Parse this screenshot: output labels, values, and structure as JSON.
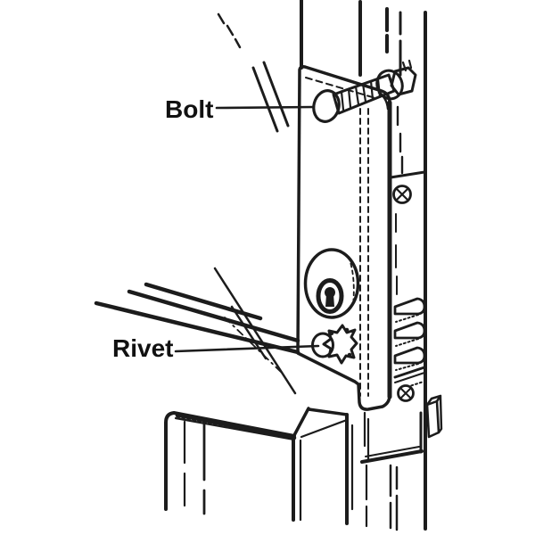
{
  "diagram": {
    "kind": "lock-installation-line-drawing",
    "labels": {
      "bolt": "Bolt",
      "rivet": "Rivet"
    },
    "colors": {
      "background": "#ffffff",
      "line": "#1c1c1c",
      "plate": "#f8f4d4"
    }
  }
}
